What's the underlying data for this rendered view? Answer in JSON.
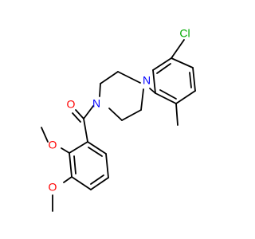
{
  "colors": {
    "bond": "#000000",
    "nitrogen": "#0000ff",
    "oxygen": "#ff0000",
    "chlorine": "#00aa00",
    "background": "#ffffff"
  },
  "atoms": {
    "cl": "Cl",
    "n1": "N",
    "n2": "N",
    "o_carbonyl": "O",
    "o_methoxy1": "O",
    "o_methoxy2": "O"
  }
}
